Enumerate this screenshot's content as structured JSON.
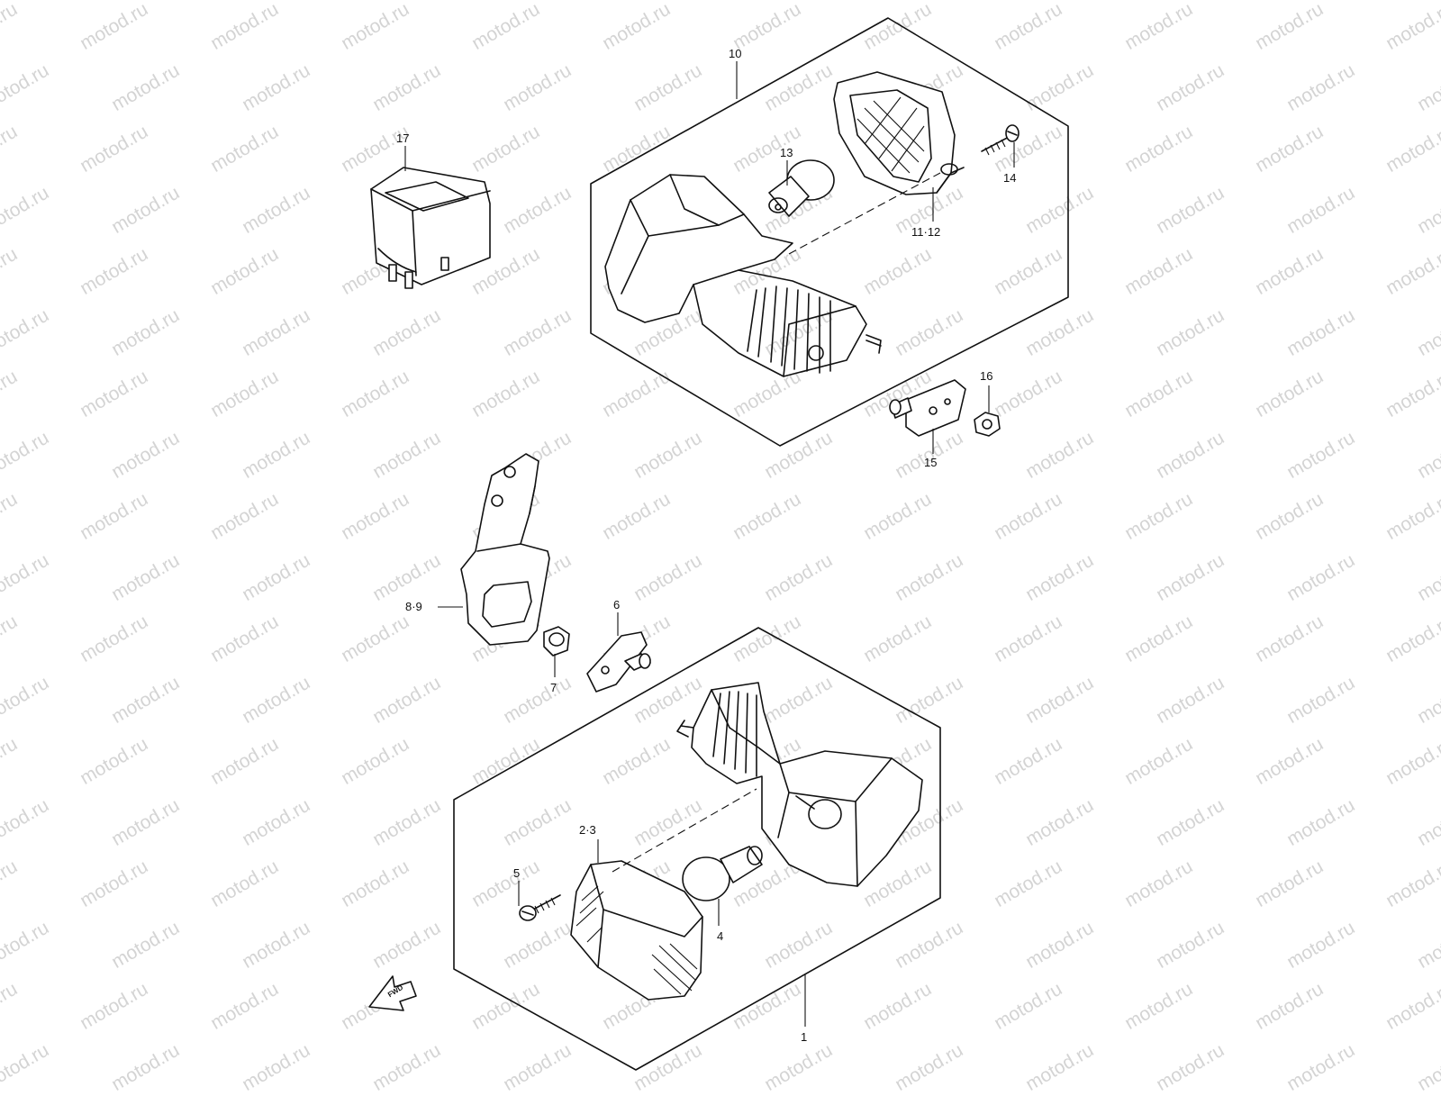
{
  "watermark": {
    "text": "motod.ru"
  },
  "callouts": [
    {
      "id": "c10",
      "text": "10"
    },
    {
      "id": "c17",
      "text": "17"
    },
    {
      "id": "c13",
      "text": "13"
    },
    {
      "id": "c14",
      "text": "14"
    },
    {
      "id": "c1112",
      "text": "11·12"
    },
    {
      "id": "c16",
      "text": "16"
    },
    {
      "id": "c15",
      "text": "15"
    },
    {
      "id": "c89",
      "text": "8·9"
    },
    {
      "id": "c6",
      "text": "6"
    },
    {
      "id": "c7",
      "text": "7"
    },
    {
      "id": "c23",
      "text": "2·3"
    },
    {
      "id": "c5",
      "text": "5"
    },
    {
      "id": "c4",
      "text": "4"
    },
    {
      "id": "c1",
      "text": "1"
    }
  ],
  "fwd_arrow": {
    "text": "FWD"
  }
}
